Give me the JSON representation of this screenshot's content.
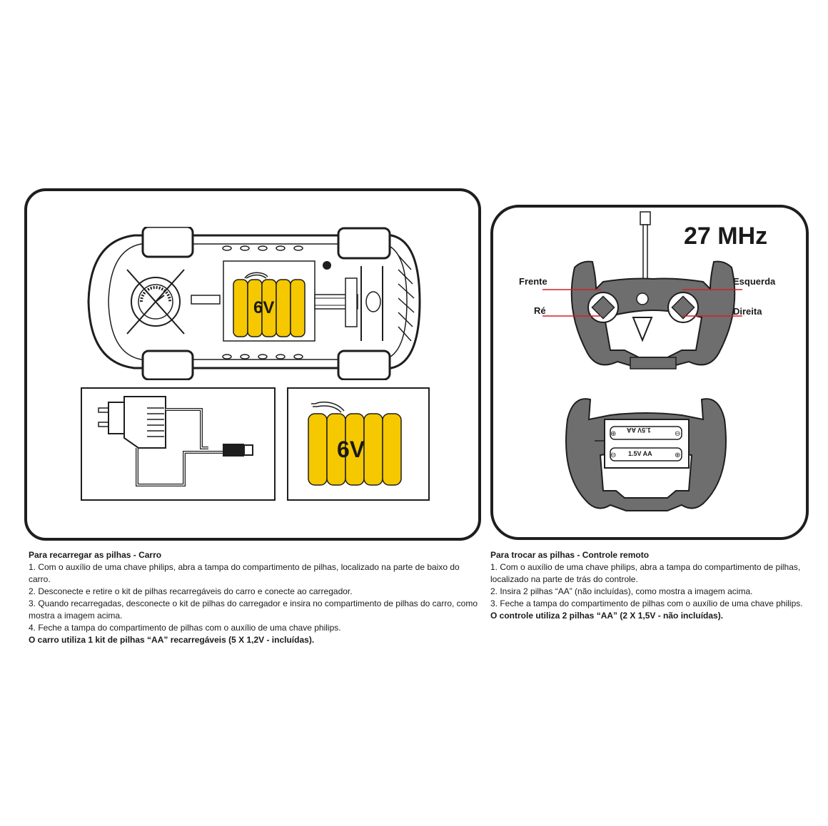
{
  "car_battery_label": "6V",
  "charger_battery_label": "6V",
  "remote": {
    "frequency": "27 MHz",
    "labels": {
      "forward": "Frente",
      "reverse": "Ré",
      "left": "Esquerda",
      "right": "Direita"
    },
    "battery_text": "1.5V  AA"
  },
  "left_instructions": {
    "heading": "Para recarregar as pilhas - Carro",
    "steps": [
      "1. Com o auxílio de uma chave philips, abra a tampa do compartimento de pilhas, localizado na parte de baixo do carro.",
      "2. Desconecte e retire o kit de pilhas recarregáveis do carro e conecte ao carregador.",
      "3. Quando recarregadas, desconecte o kit de pilhas do carregador e insira no compartimento de pilhas do carro, como mostra a imagem acima.",
      "4. Feche a tampa do compartimento de pilhas com o auxílio de uma chave philips."
    ],
    "footer": "O carro utiliza 1 kit de pilhas “AA” recarregáveis (5 X 1,2V - incluídas)."
  },
  "right_instructions": {
    "heading": "Para trocar as pilhas - Controle remoto",
    "steps": [
      "1. Com o auxílio de uma chave philips, abra a tampa do compartimento de pilhas, localizado na parte de trás do controle.",
      "2. Insira 2 pilhas “AA” (não incluídas), como mostra a imagem acima.",
      "3. Feche a tampa do compartimento de pilhas com o auxílio de uma chave philips."
    ],
    "footer": "O controle utiliza 2 pilhas “AA” (2 X 1,5V - não incluídas)."
  },
  "colors": {
    "battery": "#f5c800",
    "remote": "#6e6e6e",
    "line": "#1e1e1e",
    "pointer": "#d0202a"
  }
}
